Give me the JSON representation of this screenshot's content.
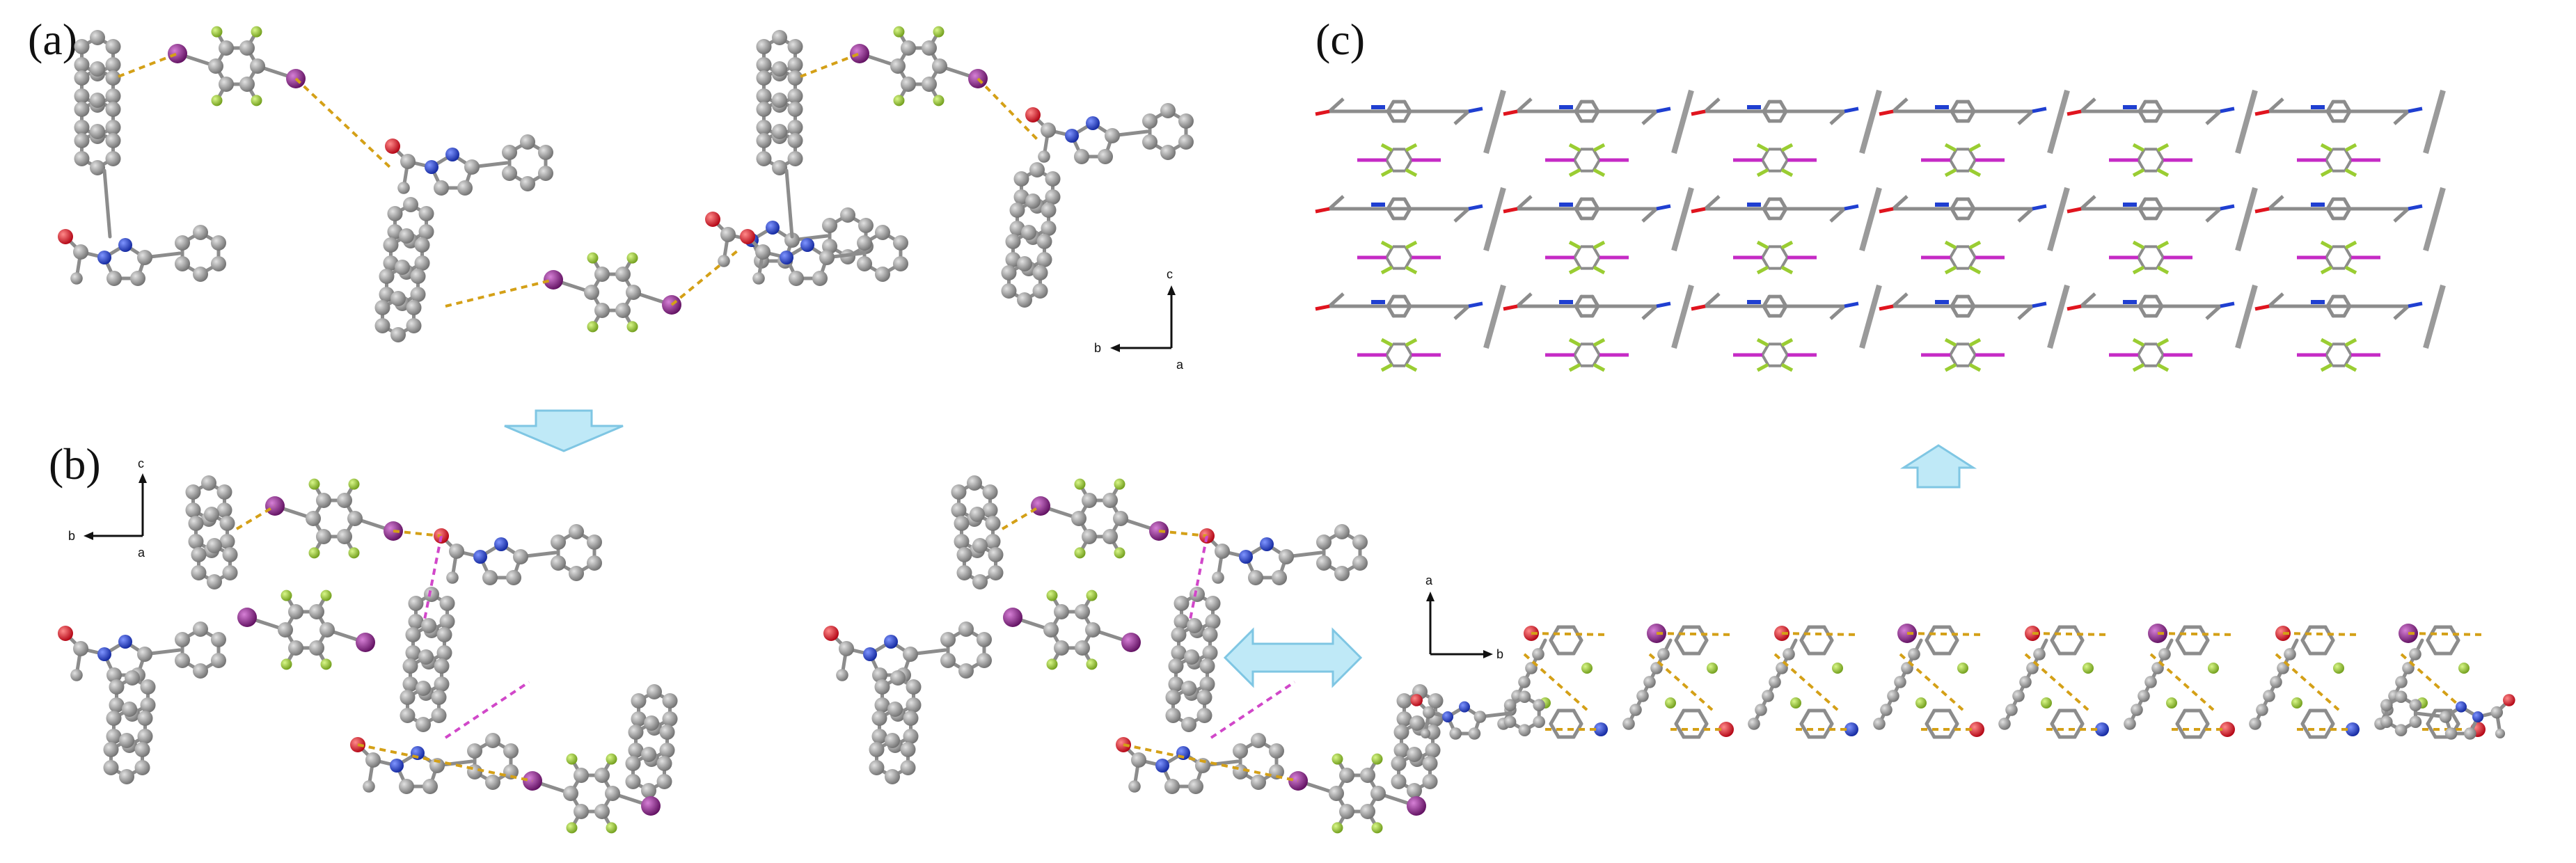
{
  "panels": [
    {
      "id": "a",
      "label": "(a)"
    },
    {
      "id": "b",
      "label": "(b)"
    },
    {
      "id": "c",
      "label": "(c)"
    }
  ],
  "axes_a": {
    "x": "b",
    "y": "c",
    "origin": "a"
  },
  "axes_b": {
    "x": "b",
    "y": "c",
    "origin": "a"
  },
  "axes_d": {
    "x": "b",
    "y": "a"
  },
  "colors": {
    "carbon": "#8c8c8c",
    "nitrogen": "#1f3fd1",
    "oxygen": "#e0141e",
    "iodine": "#8c1a8c",
    "fluorine": "#9acd32",
    "halogen_bond": "#d4a017",
    "hydrogen_bond": "#d147c9",
    "arrow": "#bfe9f7"
  },
  "icons": [
    "down-arrow-icon",
    "up-arrow-icon",
    "double-arrow-icon"
  ]
}
